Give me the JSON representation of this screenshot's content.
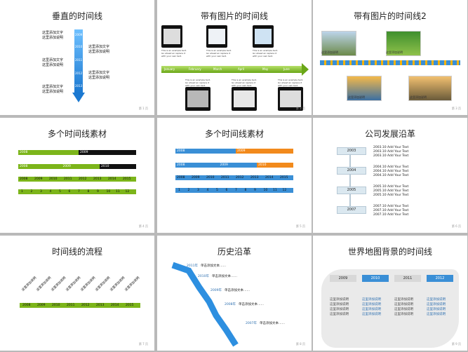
{
  "slides": {
    "s1": {
      "title": "垂直的时间线",
      "years": [
        "2009",
        "2010",
        "2011",
        "2012",
        "2013"
      ],
      "labels": [
        {
          "t": "这里添加文字",
          "s": "这里添加说明"
        },
        {
          "t": "这里添加文字",
          "s": "这里添加说明"
        },
        {
          "t": "这里添加文字",
          "s": "这里添加说明"
        },
        {
          "t": "这里添加文字",
          "s": "这里添加说明"
        },
        {
          "t": "这里添加文字",
          "s": "这里添加说明"
        }
      ],
      "page": "第 1 页"
    },
    "s2": {
      "title": "带有图片的时间线",
      "months": [
        "January",
        "February",
        "March",
        "April",
        "May",
        "June"
      ],
      "caption": "This is an example text. Go ahead an replace it with your own text.",
      "page": "第 2 页"
    },
    "s3": {
      "title": "带有图片的时间线2",
      "caption": "这里添加说明",
      "page": "第 3 页"
    },
    "s4": {
      "title": "多个时间线素材",
      "row1": [
        "2008",
        "2009"
      ],
      "row2": [
        "2008",
        "2009",
        "2010"
      ],
      "row3": [
        "2008",
        "2009",
        "2010",
        "2011",
        "2012",
        "2013",
        "2014",
        "2015"
      ],
      "row4": [
        "1",
        "2",
        "3",
        "4",
        "5",
        "6",
        "7",
        "8",
        "9",
        "10",
        "11",
        "12"
      ],
      "page": "第 4 页"
    },
    "s5": {
      "title": "多个时间线素材",
      "row1": [
        "2008",
        "2009"
      ],
      "row2": [
        "2008",
        "2009",
        "2010"
      ],
      "row3": [
        "2008",
        "2009",
        "2010",
        "2011",
        "2012",
        "2013",
        "2014",
        "2015"
      ],
      "row4": [
        "1",
        "2",
        "3",
        "4",
        "5",
        "6",
        "7",
        "8",
        "9",
        "10",
        "11",
        "12"
      ],
      "page": "第 5 页"
    },
    "s6": {
      "title": "公司发展沿革",
      "groups": [
        {
          "year": "2003",
          "items": [
            "2003.10  Add Your Text",
            "2003.10  Add Your Text",
            "2003.10  Add Your Text"
          ]
        },
        {
          "year": "2004",
          "items": [
            "2004.10  Add Your Text",
            "2004.10  Add Your Text",
            "2004.10  Add Your Text"
          ]
        },
        {
          "year": "2005",
          "items": [
            "2005.10  Add Your Text",
            "2005.10  Add Your Text",
            "2005.10  Add Your Text"
          ]
        },
        {
          "year": "2007",
          "items": [
            "2007.10  Add Your Text",
            "2007.10  Add Your Text",
            "2007.10  Add Your Text"
          ]
        }
      ],
      "page": "第 6 页"
    },
    "s7": {
      "title": "时间线的流程",
      "years": [
        "2008",
        "2009",
        "2010",
        "2011",
        "2012",
        "2013",
        "2014",
        "2015"
      ],
      "note": "这里添加说明",
      "page": "第 7 页"
    },
    "s8": {
      "title": "历史沿革",
      "entries": [
        {
          "y": "2011年",
          "t": "单击添加文本……"
        },
        {
          "y": "2010年",
          "t": "单击添加文本……"
        },
        {
          "y": "2009年",
          "t": "单击添加文本……"
        },
        {
          "y": "2008年",
          "t": "单击添加文本……"
        },
        {
          "y": "2007年",
          "t": "单击添加文本……"
        }
      ],
      "page": "第 8 页"
    },
    "s9": {
      "title": "世界地图背景的时间线",
      "years": [
        "2009",
        "2010",
        "2011",
        "2012"
      ],
      "note": "这里添加说明",
      "page": "第 9 页"
    }
  },
  "colors": {
    "green": "#7cb51a",
    "black": "#111111",
    "blue": "#3a8fd6",
    "orange": "#f28a1c"
  }
}
